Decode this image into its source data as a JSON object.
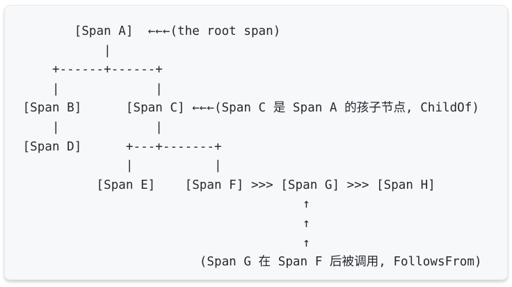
{
  "theme": {
    "page-bg": "#ffffff",
    "code-bg": "#f6f8fa",
    "code-border": "#e7e9ec",
    "code-text": "#24292f",
    "shadow": "rgba(0,0,0,0.18)"
  },
  "code_block": {
    "lines": [
      "        [Span A]  ←←←(the root span)",
      "            |",
      "     +------+------+",
      "     |             |",
      " [Span B]      [Span C] ←←←(Span C 是 Span A 的孩子节点, ChildOf)",
      "     |             |",
      " [Span D]      +---+-------+",
      "               |           |",
      "           [Span E]    [Span F] >>> [Span G] >>> [Span H]",
      "                                       ↑",
      "                                       ↑",
      "                                       ↑",
      "                         (Span G 在 Span F 后被调用, FollowsFrom)"
    ]
  },
  "spans": [
    "Span A",
    "Span B",
    "Span C",
    "Span D",
    "Span E",
    "Span F",
    "Span G",
    "Span H"
  ],
  "annotations": {
    "root": "(the root span)",
    "child_of": "(Span C 是 Span A 的孩子节点, ChildOf)",
    "follows_from": "(Span G 在 Span F 后被调用, FollowsFrom)"
  }
}
